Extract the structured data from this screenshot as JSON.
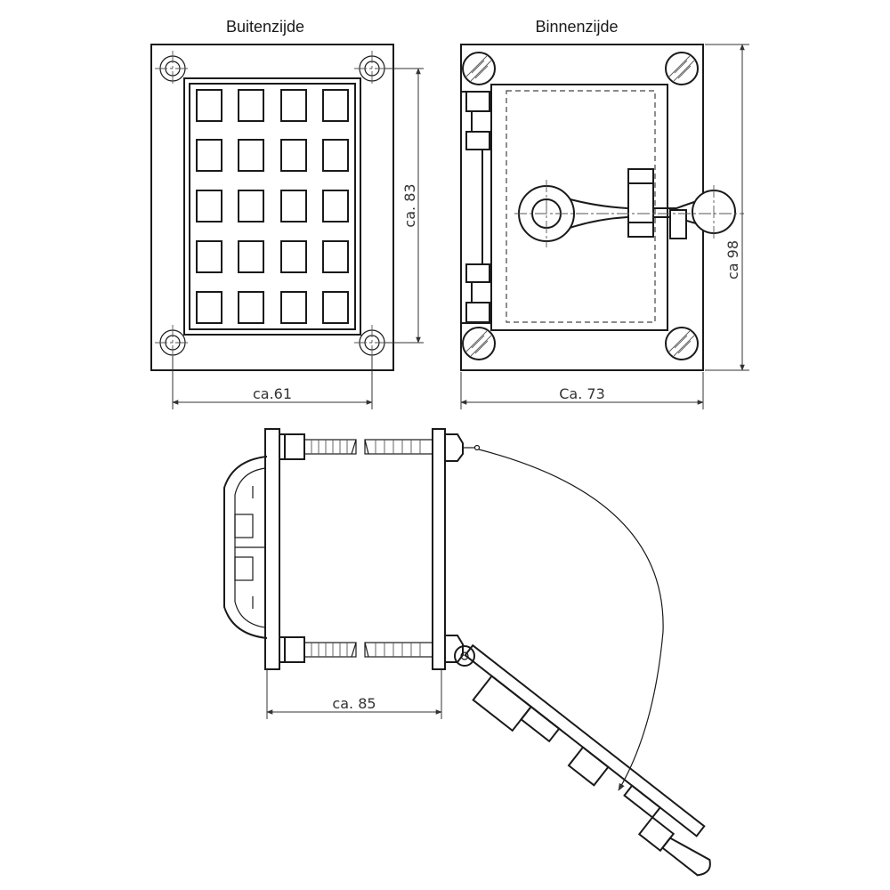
{
  "titles": {
    "outside": "Buitenzijde",
    "inside": "Binnenzijde"
  },
  "dimensions": {
    "outside_width": "ca.61",
    "outside_height": "ca. 83",
    "inside_width": "Ca. 73",
    "inside_height": "ca 98",
    "side_depth": "ca. 85"
  }
}
